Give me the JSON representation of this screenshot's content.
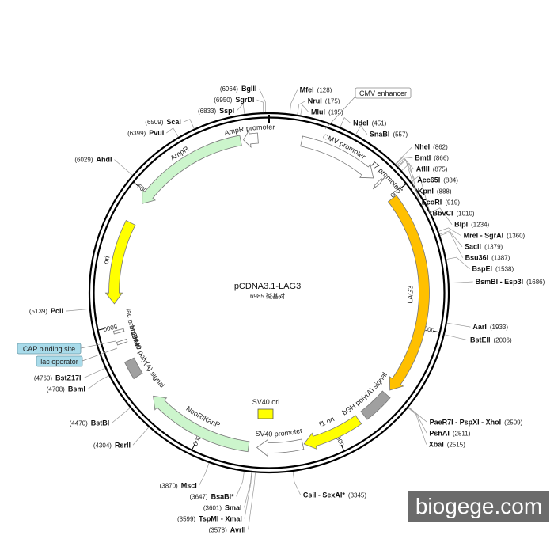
{
  "map": {
    "plasmid_name": "pCDNA3.1-LAG3",
    "plasmid_length": "6985 碱基对",
    "total_bp": 6985,
    "cmv_enhancer_label": "CMV enhancer",
    "cap_binding_label": "CAP binding site",
    "lac_operator_label": "lac operator",
    "sv40_ori_box_label": "SV40 ori",
    "watermark": "biogege.com",
    "ticks": [
      {
        "bp": 1000,
        "label": "1000"
      },
      {
        "bp": 2000,
        "label": "2000"
      },
      {
        "bp": 3000,
        "label": "3000"
      },
      {
        "bp": 4000,
        "label": "4000"
      },
      {
        "bp": 5000,
        "label": "5000"
      },
      {
        "bp": 6000,
        "label": "6000"
      }
    ],
    "features": [
      {
        "name": "CMV promoter",
        "start": 235,
        "end": 820,
        "strand": "+",
        "color": "#ffffff",
        "arrow": true
      },
      {
        "name": "T7 promoter",
        "start": 863,
        "end": 882,
        "strand": "+",
        "color": "#ffffff",
        "arrow": true
      },
      {
        "name": "LAG3",
        "start": 1020,
        "end": 2500,
        "strand": "+",
        "color": "#ffc000",
        "arrow": true
      },
      {
        "name": "bGH poly(A) signal",
        "start": 2540,
        "end": 2760,
        "strand": "+",
        "color": "#a0a0a0",
        "arrow": false
      },
      {
        "name": "f1 ori",
        "start": 2810,
        "end": 3240,
        "strand": "+",
        "color": "#ffff00",
        "arrow": true
      },
      {
        "name": "SV40 promoter",
        "start": 3250,
        "end": 3580,
        "strand": "+",
        "color": "#ffffff",
        "arrow": true
      },
      {
        "name": "NeoR/KanR",
        "start": 3640,
        "end": 4430,
        "strand": "+",
        "color": "#ccf5cc",
        "arrow": true
      },
      {
        "name": "SV40 poly(A) signal",
        "start": 4610,
        "end": 4740,
        "strand": "+",
        "color": "#a0a0a0",
        "arrow": false
      },
      {
        "name": "lac promoter",
        "start": 4950,
        "end": 4970,
        "strand": "-",
        "color": "#ffffff",
        "arrow": false
      },
      {
        "name": "M13 rev",
        "start": 4870,
        "end": 4890,
        "strand": "-",
        "color": "#ffffff",
        "arrow": false
      },
      {
        "name": "ori",
        "start": 5160,
        "end": 5760,
        "strand": "-",
        "color": "#ffff00",
        "arrow": true
      },
      {
        "name": "AmpR",
        "start": 5920,
        "end": 6780,
        "strand": "-",
        "color": "#ccf5cc",
        "arrow": true
      },
      {
        "name": "AmpR promoter",
        "start": 6800,
        "end": 6905,
        "strand": "-",
        "color": "#ffffff",
        "arrow": true
      }
    ],
    "sites": [
      {
        "name": "SgrDI",
        "pos": "(6950)",
        "bp": 6950,
        "side": "left"
      },
      {
        "name": "BglII",
        "pos": "(6964)",
        "bp": 6964,
        "side": "right"
      },
      {
        "name": "SspI",
        "pos": "(6833)",
        "bp": 6833,
        "side": "left"
      },
      {
        "name": "MfeI",
        "pos": "(128)",
        "bp": 128,
        "side": "right"
      },
      {
        "name": "NruI",
        "pos": "(175)",
        "bp": 175,
        "side": "right"
      },
      {
        "name": "MluI",
        "pos": "(195)",
        "bp": 195,
        "side": "right"
      },
      {
        "name": "ScaI",
        "pos": "(6509)",
        "bp": 6509,
        "side": "left"
      },
      {
        "name": "PvuI",
        "pos": "(6399)",
        "bp": 6399,
        "side": "left"
      },
      {
        "name": "NdeI",
        "pos": "(451)",
        "bp": 451,
        "side": "right"
      },
      {
        "name": "SnaBI",
        "pos": "(557)",
        "bp": 557,
        "side": "right"
      },
      {
        "name": "NheI",
        "pos": "(862)",
        "bp": 862,
        "side": "right"
      },
      {
        "name": "BmtI",
        "pos": "(866)",
        "bp": 866,
        "side": "right"
      },
      {
        "name": "AflII",
        "pos": "(875)",
        "bp": 875,
        "side": "right"
      },
      {
        "name": "Acc65I",
        "pos": "(884)",
        "bp": 884,
        "side": "right"
      },
      {
        "name": "KpnI",
        "pos": "(888)",
        "bp": 888,
        "side": "right"
      },
      {
        "name": "EcoRI",
        "pos": "(919)",
        "bp": 919,
        "side": "right"
      },
      {
        "name": "BbvCI",
        "pos": "(1010)",
        "bp": 1010,
        "side": "right"
      },
      {
        "name": "AhdI",
        "pos": "(6029)",
        "bp": 6029,
        "side": "left"
      },
      {
        "name": "BlpI",
        "pos": "(1234)",
        "bp": 1234,
        "side": "right"
      },
      {
        "name": "MreI - SgrAI",
        "pos": "(1360)",
        "bp": 1360,
        "side": "right"
      },
      {
        "name": "SacII",
        "pos": "(1379)",
        "bp": 1379,
        "side": "right"
      },
      {
        "name": "Bsu36I",
        "pos": "(1387)",
        "bp": 1387,
        "side": "right"
      },
      {
        "name": "BspEI",
        "pos": "(1538)",
        "bp": 1538,
        "side": "right"
      },
      {
        "name": "BsmBI - Esp3I",
        "pos": "(1686)",
        "bp": 1686,
        "side": "right"
      },
      {
        "name": "PciI",
        "pos": "(5139)",
        "bp": 5139,
        "side": "left"
      },
      {
        "name": "AarI",
        "pos": "(1933)",
        "bp": 1933,
        "side": "right"
      },
      {
        "name": "BstEII",
        "pos": "(2006)",
        "bp": 2006,
        "side": "right"
      },
      {
        "name": "BstZ17I",
        "pos": "(4760)",
        "bp": 4760,
        "side": "left"
      },
      {
        "name": "BsmI",
        "pos": "(4708)",
        "bp": 4708,
        "side": "left"
      },
      {
        "name": "BstBI",
        "pos": "(4470)",
        "bp": 4470,
        "side": "left"
      },
      {
        "name": "PaeR7I - PspXI - XhoI",
        "pos": "(2509)",
        "bp": 2509,
        "side": "right"
      },
      {
        "name": "PshAI",
        "pos": "(2511)",
        "bp": 2511,
        "side": "right"
      },
      {
        "name": "XbaI",
        "pos": "(2515)",
        "bp": 2515,
        "side": "right"
      },
      {
        "name": "RsrII",
        "pos": "(4304)",
        "bp": 4304,
        "side": "left"
      },
      {
        "name": "MscI",
        "pos": "(3870)",
        "bp": 3870,
        "side": "left"
      },
      {
        "name": "BsaBI*",
        "pos": "(3647)",
        "bp": 3647,
        "side": "left",
        "muted": true
      },
      {
        "name": "SmaI",
        "pos": "(3601)",
        "bp": 3601,
        "side": "left"
      },
      {
        "name": "TspMI - XmaI",
        "pos": "(3599)",
        "bp": 3599,
        "side": "left"
      },
      {
        "name": "AvrII",
        "pos": "(3578)",
        "bp": 3578,
        "side": "left"
      },
      {
        "name": "CsiI - SexAI*",
        "pos": "(3345)",
        "bp": 3345,
        "side": "right"
      }
    ]
  }
}
